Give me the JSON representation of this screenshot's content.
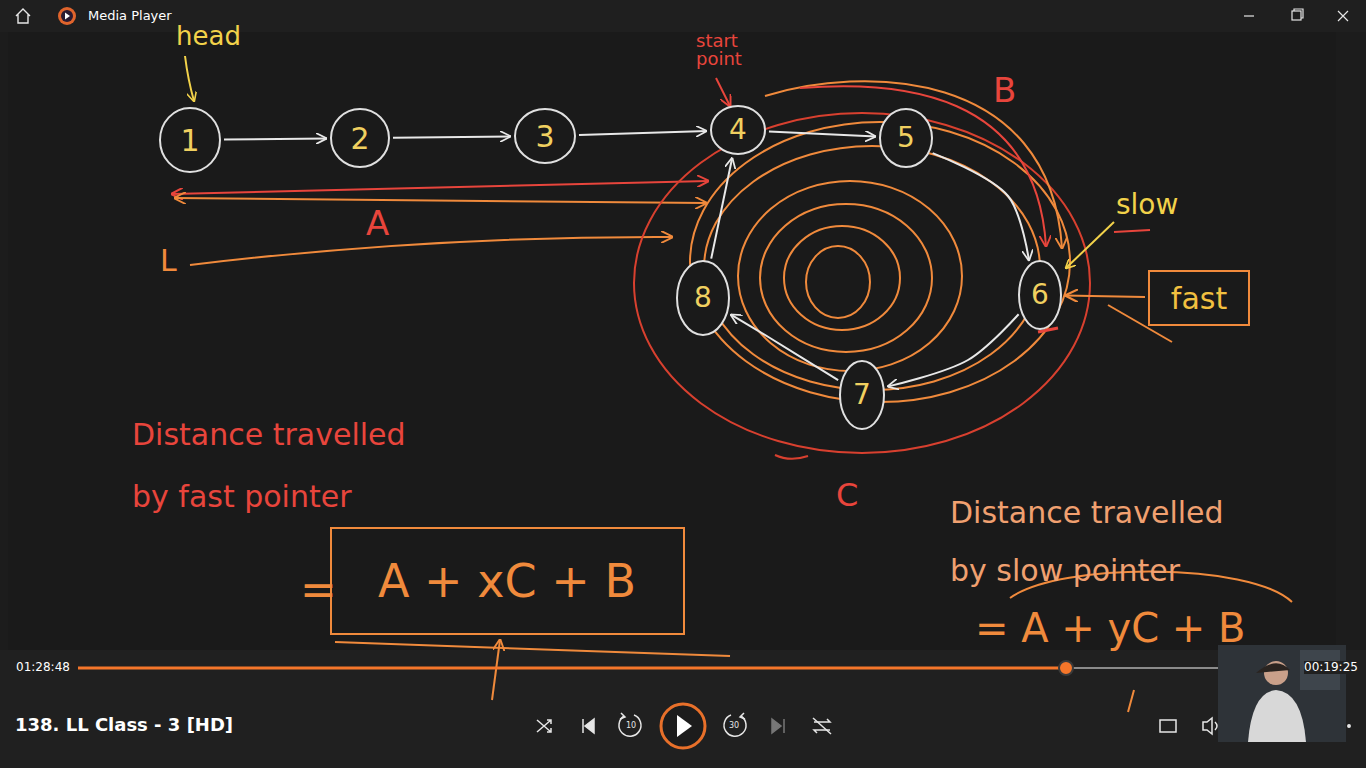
{
  "diagram": {
    "nodes": [
      {
        "text": [
          "1"
        ]
      },
      {
        "text": [
          "2"
        ]
      },
      {
        "text": [
          "3"
        ]
      },
      {
        "text": [
          "4"
        ]
      },
      {
        "text": [
          "5"
        ]
      },
      {
        "text": [
          "6"
        ]
      },
      {
        "text": [
          "7"
        ]
      },
      {
        "text": [
          "8"
        ]
      },
      {
        "text": [
          "fast"
        ]
      },
      {
        "text": [
          "A + xC + B"
        ]
      }
    ],
    "edges": [
      {
        "from": 0,
        "to": 1,
        "arrow": "to"
      },
      {
        "from": 1,
        "to": 2,
        "arrow": "to"
      },
      {
        "from": 2,
        "to": 3,
        "arrow": "to"
      },
      {
        "from": 3,
        "to": 4,
        "arrow": "to"
      },
      {
        "from": 4,
        "to": 5,
        "arrow": "to"
      },
      {
        "from": 5,
        "to": 6,
        "arrow": "to"
      },
      {
        "from": 6,
        "to": 7,
        "arrow": "to"
      },
      {
        "from": 7,
        "to": 3,
        "arrow": "to"
      },
      {
        "from": 8,
        "to": 5,
        "arrow": "to"
      }
    ],
    "labels": [
      "Media Player",
      "head",
      "start point",
      "B",
      "A",
      "L",
      "slow",
      "C",
      "Distance travelled by fast pointer",
      "=",
      "Distance travelled by slow pointer",
      "= A + yC + B",
      "01:28:48",
      "00:19:25",
      "138. LL Class - 3 [HD]",
      "10",
      "30"
    ]
  }
}
